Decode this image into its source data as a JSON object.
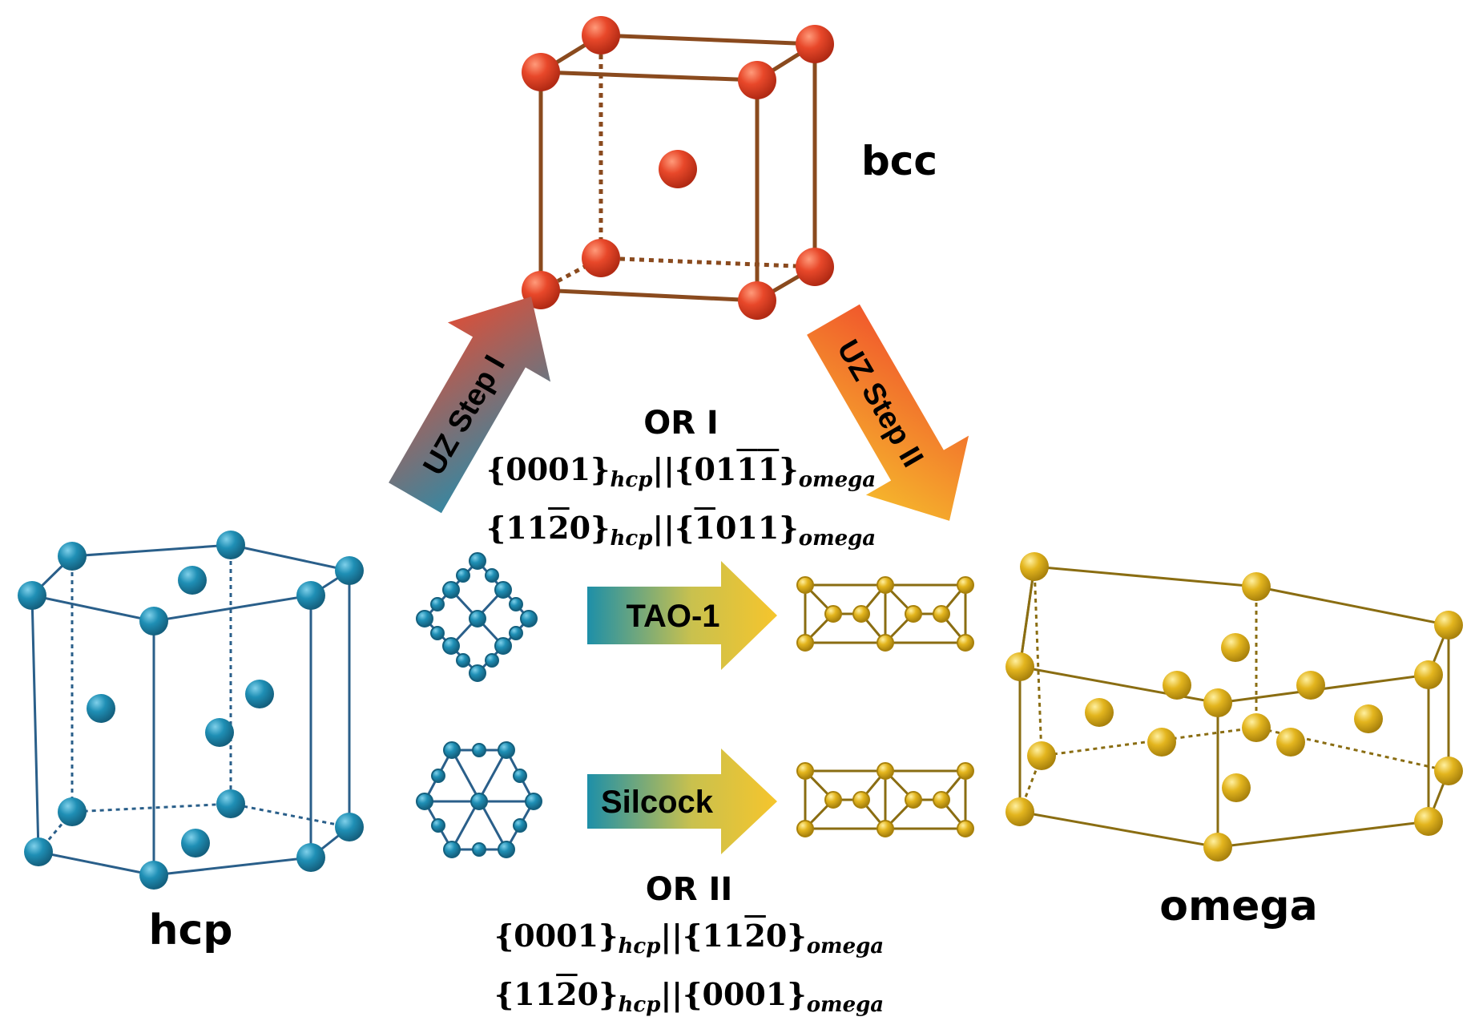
{
  "labels": {
    "bcc": "bcc",
    "hcp": "hcp",
    "omega": "omega",
    "uz_step_1": "UZ Step I",
    "uz_step_2": "UZ Step II",
    "tao1": "TAO-1",
    "silcock": "Silcock"
  },
  "or1": {
    "title": "OR I",
    "line1": {
      "a": "{0001}",
      "a_sub": "hcp",
      "mid": "||{01",
      "bar1": "1",
      "b1": "",
      "bar2": "1",
      "b2": "}",
      "b_sub": "omega"
    },
    "line2": {
      "a": "{11",
      "bar": "2",
      "a2": "0}",
      "a_sub": "hcp",
      "mid": "||{",
      "bar2": "1",
      "b": "011}",
      "b_sub": "omega"
    }
  },
  "or2": {
    "title": "OR II",
    "line1": {
      "a": "{0001}",
      "a_sub": "hcp",
      "mid": "||{11",
      "bar": "2",
      "b": "0}",
      "b_sub": "omega"
    },
    "line2": {
      "a": "{11",
      "bar": "2",
      "a2": "0}",
      "a_sub": "hcp",
      "mid": "||{0001}",
      "b_sub": "omega"
    }
  },
  "colors": {
    "bcc_frame": "#8a4a1e",
    "bcc_atom": "#e2452a",
    "hcp_frame": "#2a5f8a",
    "hcp_atom": "#1f8fb5",
    "omega_frame": "#8a6d12",
    "omega_atom": "#e0b41c",
    "arrow_teal": "#1d8fa8",
    "arrow_yellow": "#f4c430",
    "arrow_red": "#ef4a2e"
  }
}
